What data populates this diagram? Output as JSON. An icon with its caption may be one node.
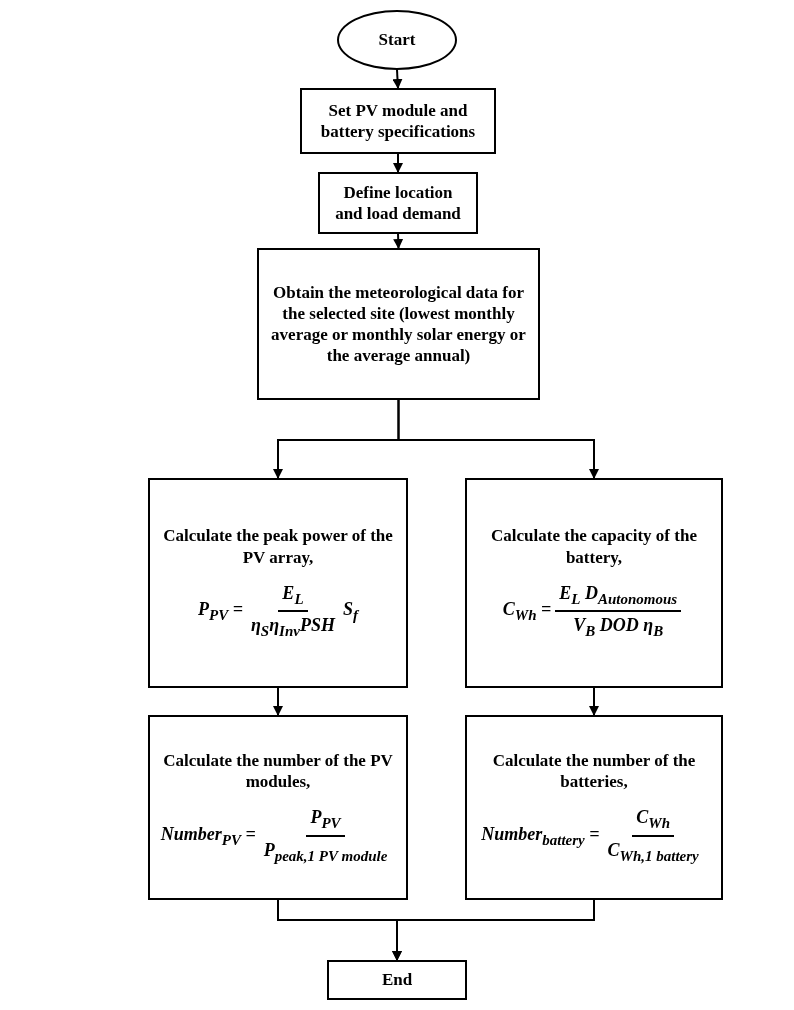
{
  "diagram": {
    "nodes": [
      {
        "text": [
          "Start"
        ]
      },
      {
        "text": [
          "Set PV module and battery specifications"
        ]
      },
      {
        "text": [
          "Define location and load demand"
        ]
      },
      {
        "text": [
          "Obtain the meteorological data for the selected site (lowest monthly average or monthly solar energy or the average annual)"
        ]
      },
      {
        "text": [
          "Calculate the peak power of the PV array,",
          "P$_{PV}$ =",
          "E$_{L}$",
          "η$_{S}$η$_{Inv}$PSH",
          "S$_{f}$"
        ]
      },
      {
        "text": [
          "Calculate the capacity of the battery,",
          "C$_{Wh}$ =",
          "E$_{L}$ D$_{Autonomous}$",
          "V$_{B}$ DOD η$_{B}$"
        ]
      },
      {
        "text": [
          "Calculate the number of the PV modules,",
          "Number$_{PV}$ =",
          "P$_{PV}$",
          "P$_{peak,1 PV module}$"
        ]
      },
      {
        "text": [
          "Calculate the number of the batteries,",
          "Number$_{battery}$ =",
          "C$_{Wh}$",
          "C$_{Wh,1 battery}$"
        ]
      },
      {
        "text": [
          "End"
        ]
      }
    ],
    "edges": [
      {
        "from": 0,
        "to": 1,
        "arrow": "to"
      },
      {
        "from": 1,
        "to": 2,
        "arrow": "to"
      },
      {
        "from": 2,
        "to": 3,
        "arrow": "to"
      },
      {
        "from": 3,
        "to": 4,
        "arrow": "to"
      },
      {
        "from": 3,
        "to": 5,
        "arrow": "to"
      },
      {
        "from": 4,
        "to": 6,
        "arrow": "to"
      },
      {
        "from": 5,
        "to": 7,
        "arrow": "to"
      },
      {
        "from": 6,
        "to": 8,
        "arrow": "to"
      },
      {
        "from": 7,
        "to": 8,
        "arrow": "to"
      }
    ]
  }
}
